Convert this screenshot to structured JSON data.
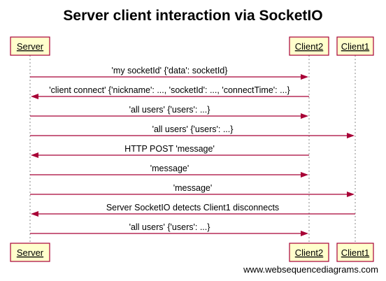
{
  "title": "Server client interaction via SocketIO",
  "participants": [
    {
      "id": "server",
      "label": "Server"
    },
    {
      "id": "client2",
      "label": "Client2"
    },
    {
      "id": "client1",
      "label": "Client1"
    }
  ],
  "messages": [
    {
      "from": "server",
      "to": "client2",
      "label": "'my socketId' {'data': socketId}"
    },
    {
      "from": "client2",
      "to": "server",
      "label": "'client connect' {'nickname': ..., 'socketId': ..., 'connectTime': ...}"
    },
    {
      "from": "server",
      "to": "client2",
      "label": "'all users' {'users': ...}"
    },
    {
      "from": "server",
      "to": "client1",
      "label": "'all users' {'users': ...}"
    },
    {
      "from": "client2",
      "to": "server",
      "label": "HTTP POST 'message'"
    },
    {
      "from": "server",
      "to": "client2",
      "label": "'message'"
    },
    {
      "from": "server",
      "to": "client1",
      "label": "'message'"
    },
    {
      "from": "client1",
      "to": "server",
      "label": "Server SocketIO detects Client1 disconnects"
    },
    {
      "from": "server",
      "to": "client2",
      "label": "'all users' {'users': ...}"
    }
  ],
  "footer": "www.websequencediagrams.com",
  "colors": {
    "arrow": "#a80036",
    "actor_fill": "#ffffcc",
    "actor_border": "#a80036",
    "lifeline": "#888888"
  }
}
